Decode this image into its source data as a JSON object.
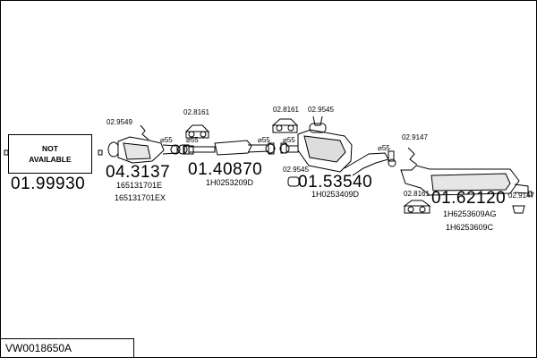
{
  "diagram_code": "VW0018650A",
  "not_available_label": "NOT\nAVAILABLE",
  "parts": [
    {
      "id": "p1",
      "number": "01.99930",
      "oem": []
    },
    {
      "id": "p2",
      "number": "04.3137",
      "oem": [
        "165131701E",
        "165131701EX"
      ]
    },
    {
      "id": "p3",
      "number": "01.40870",
      "oem": [
        "1H0253209D"
      ]
    },
    {
      "id": "p4",
      "number": "01.53540",
      "oem": [
        "1H0253409D"
      ]
    },
    {
      "id": "p5",
      "number": "01.62120",
      "oem": [
        "1H6253609AG",
        "1H6253609C"
      ]
    }
  ],
  "fittings": {
    "f1": "02.9549",
    "f2": "02.8161",
    "f3": "02.8161",
    "f4": "02.9545",
    "f5": "02.9545",
    "f6": "02.9147",
    "f7": "02.8161",
    "f8": "02.9147"
  },
  "clamps": {
    "c1": "55",
    "c2": "55",
    "c3": "55",
    "c4": "55",
    "c5": "55"
  },
  "colors": {
    "line": "#000000",
    "part_fill": "#ffffff",
    "part_shade": "#cccccc"
  }
}
